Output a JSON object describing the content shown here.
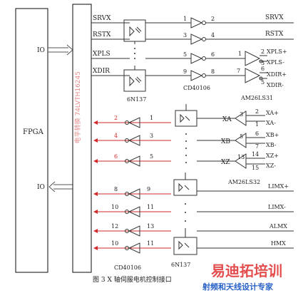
{
  "blocks": {
    "fpga": "FPGA",
    "buffer": "电平转换 74LVTH16245",
    "io_top": "IO",
    "io_bottom": "IO"
  },
  "signals": {
    "srvx": "SRVX",
    "rstx": "RSTX",
    "xpls": "XPLS",
    "xdir": "XDIR",
    "xa": "XA",
    "xb": "XB",
    "xz": "XZ",
    "limx_plus": "LIMX+",
    "limx_minus": "LIMX-",
    "almx": "ALMX",
    "hmx": "HMX"
  },
  "out_labels": {
    "srvx": "SRVX",
    "rstx": "RSTX",
    "xpls_p": "XPLS+",
    "xpls_n": "XPLS-",
    "xdir_p": "XDIR+",
    "xdir_n": "XDIR-",
    "xa_p": "XA+",
    "xa_n": "XA-",
    "xb_p": "XB+",
    "xb_n": "XB-",
    "xz_p": "XZ+",
    "xz_n": "XZ-"
  },
  "parts": {
    "cd40106_top": "CD40106",
    "am26ls31": "AM26LS31",
    "6n137_top": "6N137",
    "am26ls32": "AM26LS32",
    "cd40106_bottom": "CD40106",
    "6n137_bottom": "6N137"
  },
  "pins": {
    "g1_in": "1",
    "g1_out": "2",
    "g2_in": "3",
    "g2_out": "4",
    "g3_in": "5",
    "g3_out": "6",
    "g4_in": "9",
    "g4_out": "8",
    "d1_in": "1",
    "d1_a": "2",
    "d1_b": "3",
    "d2_in": "7",
    "d2_a": "6",
    "d2_b": "5",
    "r1_in": "2",
    "r1_out": "1",
    "r2_in": "4",
    "r2_out": "3",
    "r3_in": "6",
    "r3_out": "5",
    "xa_r": "3",
    "xa_a": "2",
    "xa_b": "1",
    "xb_r": "5",
    "xb_a": "6",
    "xb_b": "7",
    "xz_r": "13",
    "xz_a": "14",
    "xz_b": "15",
    "b1_in": "9",
    "b1_out": "8",
    "b2_in": "11",
    "b2_out": "10",
    "b3_in": "13",
    "b3_out": "12",
    "b4_in": "11",
    "b4_out": "10"
  },
  "caption": "图 3  X 轴伺服电机控制接口",
  "watermark": {
    "brand": "易迪拓培训",
    "slogan": "射频和天线设计专家"
  }
}
